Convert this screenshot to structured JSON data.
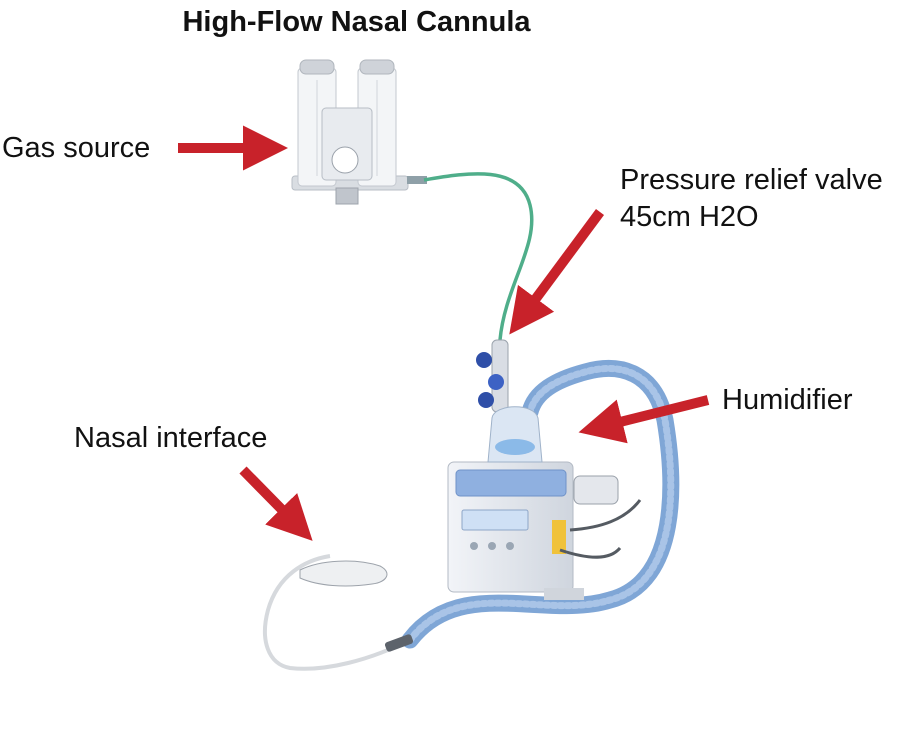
{
  "title": "High-Flow Nasal Cannula",
  "labels": {
    "gas_source": "Gas source",
    "pressure_relief_valve_line1": "Pressure relief valve",
    "pressure_relief_valve_line2": "45cm H2O",
    "humidifier": "Humidifier",
    "nasal_interface": "Nasal interface"
  },
  "colors": {
    "arrow": "#c8222a",
    "tubing_blue": "#7fa6d6",
    "tubing_green": "#4fae8a",
    "device_body": "#e4e8ef",
    "text": "#111111"
  }
}
